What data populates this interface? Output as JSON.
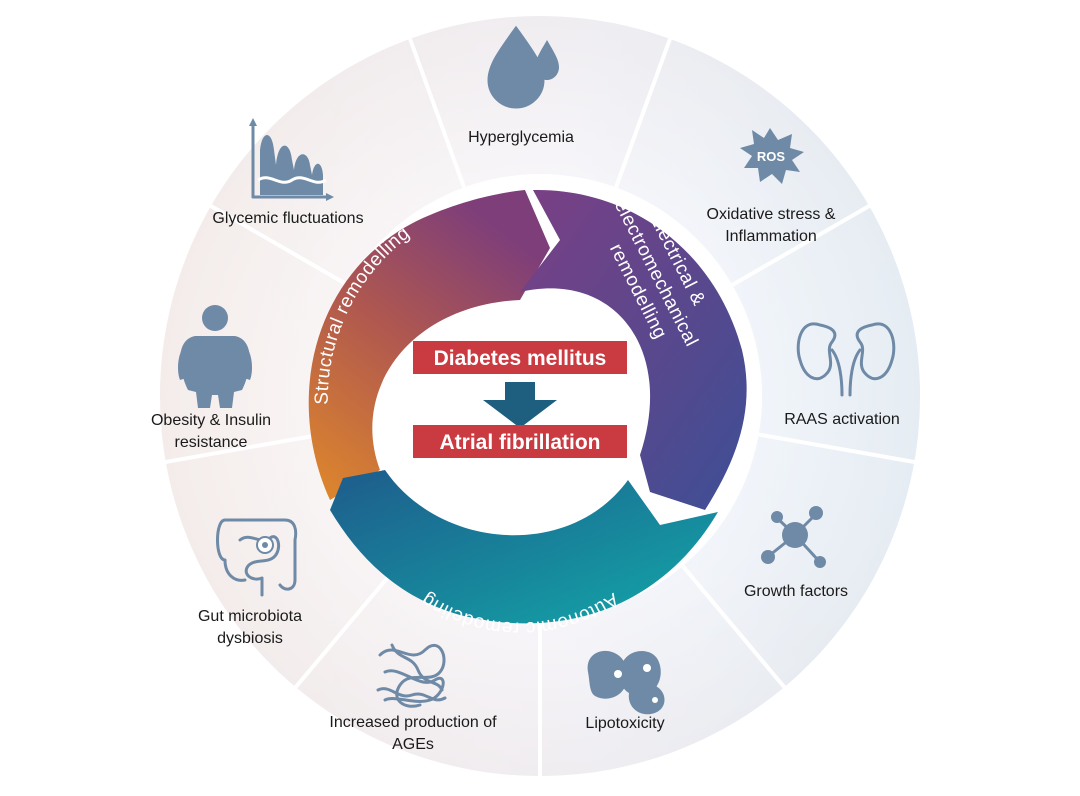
{
  "center": {
    "top": "Diabetes mellitus",
    "bottom": "Atrial fibrillation"
  },
  "ring": {
    "structural": "Structural remodelling",
    "electrical": [
      "Electrical &",
      "electromechanical",
      "remodelling"
    ],
    "autonomic": "Autonomic remodeling"
  },
  "segments": [
    {
      "key": "hyperglycemia",
      "lines": [
        "Hyperglycemia"
      ],
      "icon": "blood-drop-icon"
    },
    {
      "key": "oxidative",
      "lines": [
        "Oxidative stress &",
        "Inflammation"
      ],
      "icon": "ros-burst-icon",
      "badge": "ROS"
    },
    {
      "key": "raas",
      "lines": [
        "RAAS activation"
      ],
      "icon": "kidneys-icon"
    },
    {
      "key": "growth",
      "lines": [
        "Growth factors"
      ],
      "icon": "molecule-icon"
    },
    {
      "key": "lipotoxicity",
      "lines": [
        "Lipotoxicity"
      ],
      "icon": "fat-cells-icon"
    },
    {
      "key": "ages",
      "lines": [
        "Increased production of",
        "AGEs"
      ],
      "icon": "protein-tangle-icon"
    },
    {
      "key": "gut",
      "lines": [
        "Gut microbiota",
        "dysbiosis"
      ],
      "icon": "intestine-icon"
    },
    {
      "key": "obesity",
      "lines": [
        "Obesity & Insulin",
        "resistance"
      ],
      "icon": "obese-person-icon"
    },
    {
      "key": "glycemic",
      "lines": [
        "Glycemic fluctuations"
      ],
      "icon": "fluctuation-chart-icon"
    }
  ],
  "colors": {
    "arrow": "#1e5f80",
    "label_box": "#c93a41",
    "icon": "#6f8aa6"
  }
}
